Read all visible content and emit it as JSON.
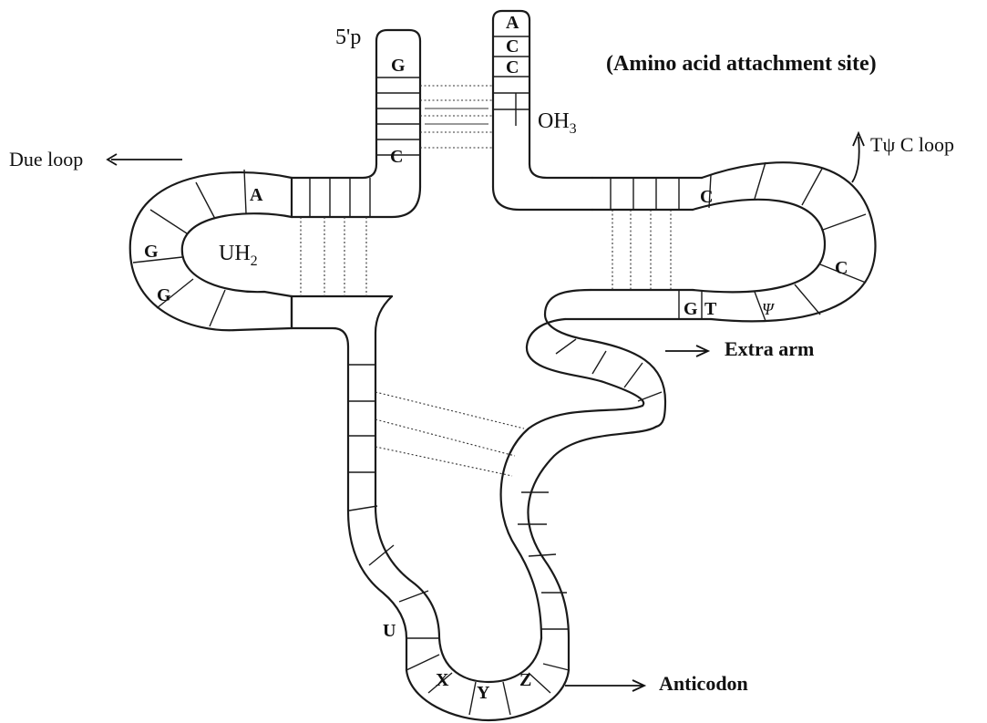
{
  "labels": {
    "five_prime": "5'p",
    "amino_acid_site": "(Amino acid attachment site)",
    "oh3": "OH3",
    "tpsic_loop": "Tψ C loop",
    "due_loop": "Due loop",
    "uh2": "UH2",
    "extra_arm": "Extra arm",
    "anticodon": "Anticodon"
  },
  "bases": {
    "acc_a": "A",
    "acc_c1": "C",
    "acc_c2": "C",
    "g_top": "G",
    "c_stem": "C",
    "a_stem": "A",
    "g_left1": "G",
    "g_left2": "G",
    "c_right1": "C",
    "c_right2": "C",
    "g_right": "G",
    "t_right": "T",
    "psi_right": "Ψ",
    "u_anti": "U",
    "x_anti": "X",
    "y_anti": "Y",
    "z_anti": "Z"
  }
}
